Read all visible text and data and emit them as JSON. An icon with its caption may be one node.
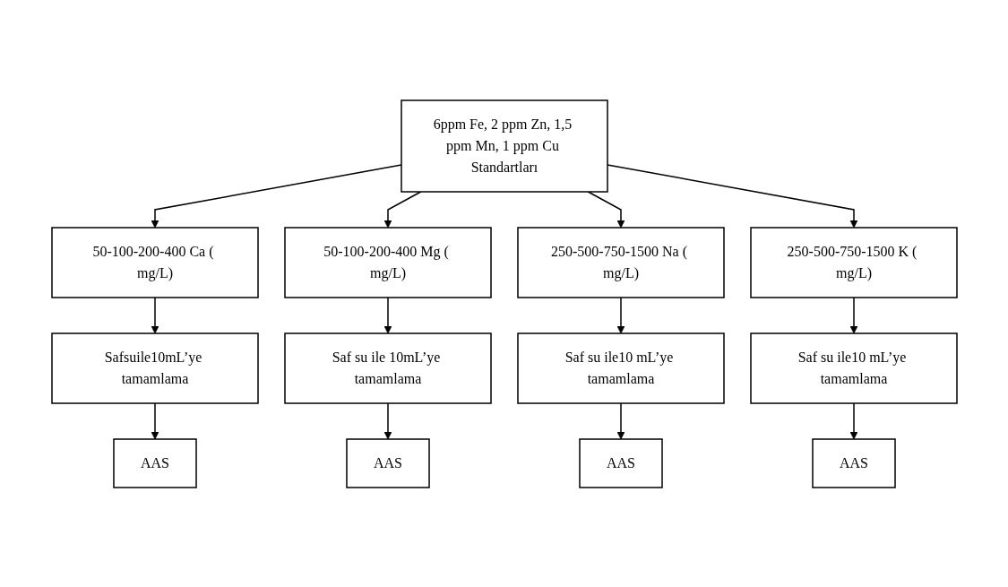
{
  "diagram": {
    "nodes": [
      {
        "text": [
          "6ppm Fe, 2 ppm Zn, 1,5 ppm Mn, 1 ppm Cu Standartları"
        ]
      },
      {
        "text": [
          "50-100-200-400 Ca ( mg/L)"
        ]
      },
      {
        "text": [
          "50-100-200-400 Mg ( mg/L)"
        ]
      },
      {
        "text": [
          "250-500-750-1500 Na ( mg/L)"
        ]
      },
      {
        "text": [
          "250-500-750-1500 K ( mg/L)"
        ]
      },
      {
        "text": [
          "Safsuile10mL’ye tamamlama"
        ]
      },
      {
        "text": [
          "Saf su ile 10mL’ye tamamlama"
        ]
      },
      {
        "text": [
          "Saf su ile10 mL’ye tamamlama"
        ]
      },
      {
        "text": [
          "Saf su ile10 mL’ye tamamlama"
        ]
      },
      {
        "text": [
          "AAS"
        ]
      },
      {
        "text": [
          "AAS"
        ]
      },
      {
        "text": [
          "AAS"
        ]
      },
      {
        "text": [
          "AAS"
        ]
      }
    ],
    "edges": [
      {
        "from": 0,
        "to": 1,
        "arrow": "to"
      },
      {
        "from": 0,
        "to": 2,
        "arrow": "to"
      },
      {
        "from": 0,
        "to": 3,
        "arrow": "to"
      },
      {
        "from": 0,
        "to": 4,
        "arrow": "to"
      },
      {
        "from": 1,
        "to": 5,
        "arrow": "to"
      },
      {
        "from": 2,
        "to": 6,
        "arrow": "to"
      },
      {
        "from": 3,
        "to": 7,
        "arrow": "to"
      },
      {
        "from": 4,
        "to": 8,
        "arrow": "to"
      },
      {
        "from": 5,
        "to": 9,
        "arrow": "to"
      },
      {
        "from": 6,
        "to": 10,
        "arrow": "to"
      },
      {
        "from": 7,
        "to": 11,
        "arrow": "to"
      },
      {
        "from": 8,
        "to": 12,
        "arrow": "to"
      }
    ]
  }
}
